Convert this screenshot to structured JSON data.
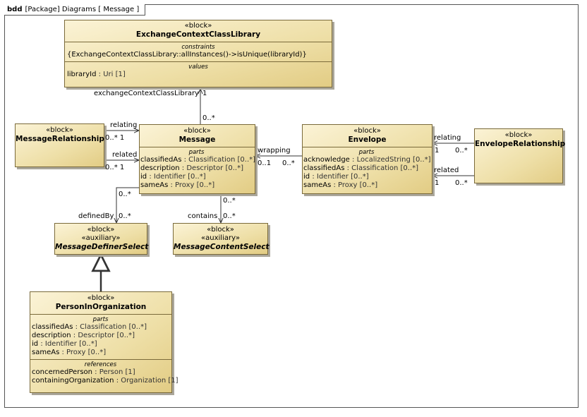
{
  "frame": {
    "kind": "bdd",
    "title": "[Package] Diagrams [ Message ]"
  },
  "stereotypes": {
    "block": "«block»",
    "auxiliary": "«auxiliary»"
  },
  "compartments": {
    "constraints": "constraints",
    "values": "values",
    "parts": "parts",
    "references": "references"
  },
  "blocks": {
    "ecl": {
      "name": "ExchangeContextClassLibrary",
      "constraint": "{ExchangeContextClassLibrary::allInstances()->isUnique(libraryId)}",
      "values": [
        {
          "name": "libraryId",
          "type": " : Uri [1]"
        }
      ]
    },
    "msgrel": {
      "name": "MessageRelationship"
    },
    "message": {
      "name": "Message",
      "parts": [
        {
          "name": "classifiedAs",
          "type": " : Classification [0..*]"
        },
        {
          "name": "description",
          "type": " : Descriptor [0..*]"
        },
        {
          "name": "id",
          "type": " : Identifier [0..*]"
        },
        {
          "name": "sameAs",
          "type": " : Proxy [0..*]"
        }
      ]
    },
    "envelope": {
      "name": "Envelope",
      "parts": [
        {
          "name": "acknowledge",
          "type": " : LocalizedString [0..*]"
        },
        {
          "name": "classifiedAs",
          "type": " : Classification [0..*]"
        },
        {
          "name": "id",
          "type": " : Identifier [0..*]"
        },
        {
          "name": "sameAs",
          "type": " : Proxy [0..*]"
        }
      ]
    },
    "envrel": {
      "name": "EnvelopeRelationship"
    },
    "definer": {
      "name": "MessageDefinerSelect"
    },
    "content": {
      "name": "MessageContentSelect"
    },
    "person": {
      "name": "PersonInOrganization",
      "parts": [
        {
          "name": "classifiedAs",
          "type": " : Classification [0..*]"
        },
        {
          "name": "description",
          "type": " : Descriptor [0..*]"
        },
        {
          "name": "id",
          "type": " : Identifier [0..*]"
        },
        {
          "name": "sameAs",
          "type": " : Proxy [0..*]"
        }
      ],
      "references": [
        {
          "name": "concernedPerson",
          "type": " : Person [1]"
        },
        {
          "name": "containingOrganization",
          "type": " : Organization [1]"
        }
      ]
    }
  },
  "links": {
    "ecl_role": "exchangeContextClassLibrary",
    "ecl_mult_top": "1",
    "ecl_mult_bottom": "0..*",
    "relating": "relating",
    "related": "related",
    "mr_relating_mult": "0..* 1",
    "mr_related_mult": "0..* 1",
    "wrapping": "wrapping",
    "wrapping_mult_msg": "0..1",
    "wrapping_mult_env": "0..*",
    "env_relating_mult_1": "1",
    "env_relating_mult_2": "0..*",
    "env_related_mult_1": "1",
    "env_related_mult_2": "0..*",
    "definedBy": "definedBy",
    "definedBy_mult_src": "0..*",
    "definedBy_mult_tgt": "0..*",
    "contains": "contains",
    "contains_mult_src": "0..*",
    "contains_mult_tgt": "0..*"
  }
}
